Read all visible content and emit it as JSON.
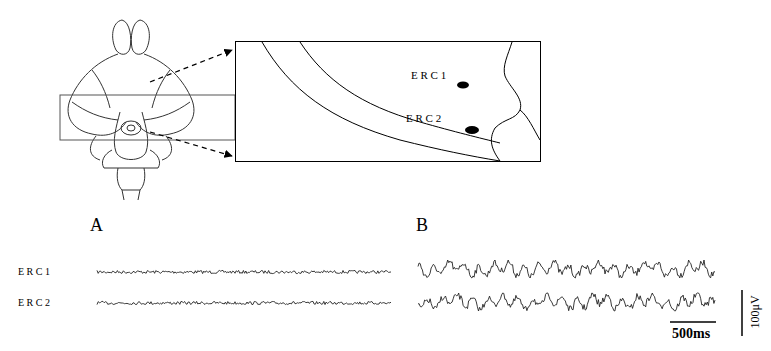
{
  "diagram": {
    "nodes": [
      {
        "text": [
          "E R C 1",
          "E R C 2"
        ]
      }
    ],
    "labels": [
      "A",
      "B",
      "E R C 1",
      "E R C 2",
      "500ms",
      "100μV"
    ]
  }
}
